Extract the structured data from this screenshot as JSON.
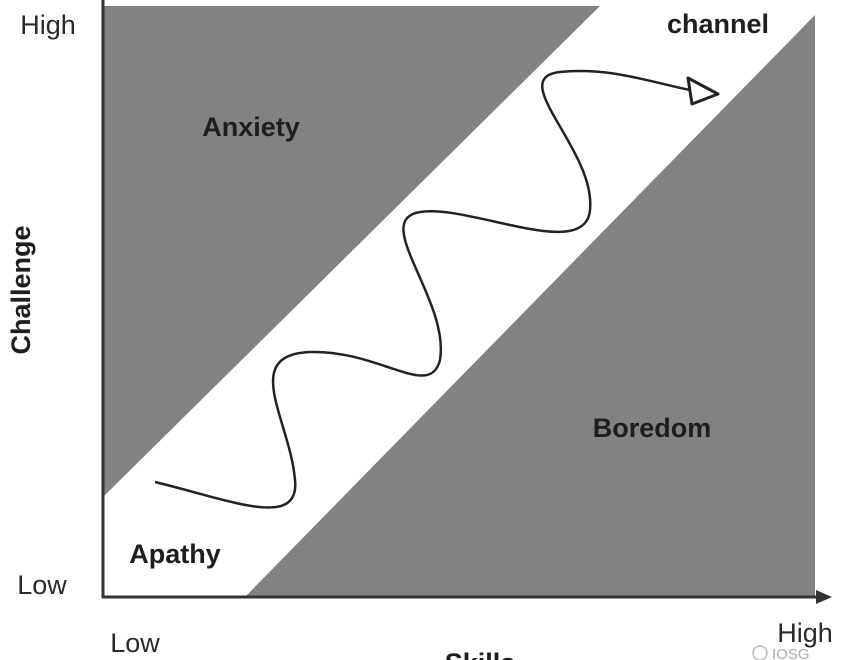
{
  "diagram": {
    "y_axis": {
      "label": "Challenge",
      "high": "High",
      "low": "Low"
    },
    "x_axis": {
      "label": "Skills",
      "high": "High",
      "low": "Low"
    },
    "regions": {
      "anxiety": "Anxiety",
      "boredom": "Boredom",
      "apathy": "Apathy",
      "channel": "channel"
    },
    "watermark": "IOSG",
    "colors": {
      "region_fill": "#828282",
      "line": "#222222",
      "background": "#ffffff"
    }
  }
}
